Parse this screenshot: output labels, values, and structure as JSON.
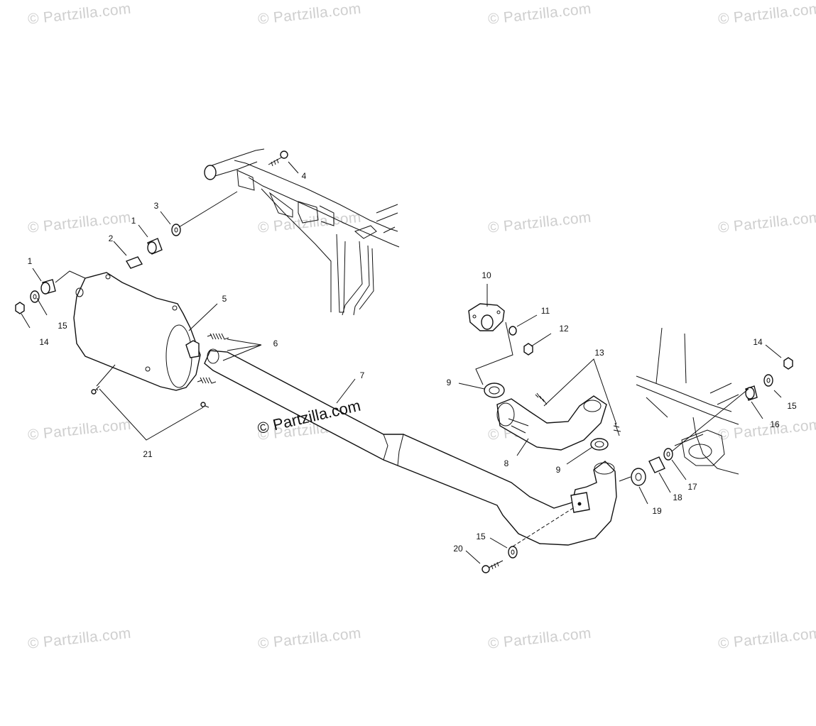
{
  "watermarks": [
    "© Partzilla.com",
    "© Partzilla.com",
    "© Partzilla.com",
    "© Partzilla.com",
    "© Partzilla.com",
    "© Partzilla.com",
    "© Partzilla.com",
    "© Partzilla.com",
    "© Partzilla.com",
    "© Partzilla.com",
    "© Partzilla.com",
    "© Partzilla.com",
    "© Partzilla.com",
    "© Partzilla.com",
    "© Partzilla.com",
    "© Partzilla.com"
  ],
  "brand_text": "© Partzilla.com",
  "callouts": [
    "1",
    "2",
    "3",
    "4",
    "1",
    "5",
    "15",
    "14",
    "6",
    "21",
    "7",
    "10",
    "11",
    "12",
    "9",
    "13",
    "8",
    "9",
    "14",
    "15",
    "16",
    "17",
    "18",
    "19",
    "15",
    "20"
  ]
}
